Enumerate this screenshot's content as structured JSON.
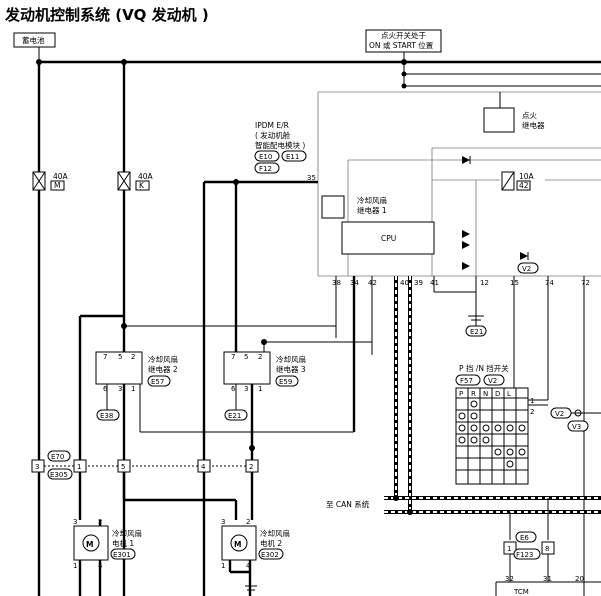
{
  "title": "发动机控制系统 (VQ 发动机 )",
  "labels": {
    "battery": "蓄电池",
    "ignition_line1": "点火开关处于",
    "ignition_line2": "ON 或 START 位置",
    "can": "至 CAN 系统"
  },
  "fuses": [
    {
      "rating": "40A",
      "code": "M"
    },
    {
      "rating": "40A",
      "code": "K"
    },
    {
      "rating": "10A",
      "code": "42"
    }
  ],
  "ipdm": {
    "line1": "IPDM E/R",
    "line2": "( 发动机舱",
    "line3": "智能配电模块 )",
    "conn1": "E10",
    "conn2": "E11",
    "conn3": "F12"
  },
  "relays": {
    "ignition_1": "点火",
    "ignition_2": "继电器",
    "fan1_1": "冷却风扇",
    "fan1_2": "继电器 1",
    "fan2_1": "冷却风扇",
    "fan2_2": "继电器 2",
    "fan2_conn": "E57",
    "fan3_1": "冷却风扇",
    "fan3_2": "继电器 3",
    "fan3_conn": "E59",
    "r2_pin7": "7",
    "r2_pin5": "5",
    "r2_pin2": "2",
    "r2_pin6": "6",
    "r2_pin3": "3",
    "r2_pin1": "1",
    "r3_pin7": "7",
    "r3_pin5": "5",
    "r3_pin2": "2",
    "r3_pin6": "6",
    "r3_pin3": "3",
    "r3_pin1": "1"
  },
  "cpu_label": "CPU",
  "pins": {
    "p35": "35",
    "p38": "38",
    "p34": "34",
    "p42": "42",
    "p40": "40",
    "p39": "39",
    "p41": "41",
    "p12": "12",
    "p15": "15",
    "p74": "74",
    "p72": "72"
  },
  "grounds": {
    "e21a": "E21",
    "e21b": "E21",
    "e38": "E38"
  },
  "markers": {
    "v2": "V2",
    "v3": "V3"
  },
  "joint": {
    "p3": "3",
    "p1": "1",
    "p5": "5",
    "p4": "4",
    "p2": "2",
    "conn1": "E70",
    "conn2": "E305"
  },
  "motors": {
    "symbol": "M",
    "m1_label1": "冷却风扇",
    "m1_label2": "电机 1",
    "m1_conn": "E301",
    "m2_label1": "冷却风扇",
    "m2_label2": "电机 2",
    "m2_conn": "E302",
    "m1_pin3": "3",
    "m1_pin2": "2",
    "m1_pin1": "1",
    "m1_pin4": "4",
    "m2_pin3": "3",
    "m2_pin2": "2",
    "m2_pin1": "1",
    "m2_pin4": "4"
  },
  "pnp": {
    "label": "P 挡 /N 挡开关",
    "conn1": "F57",
    "conn2": "V2",
    "cols": [
      "P",
      "R",
      "N",
      "D",
      "L",
      ""
    ],
    "pin1": "1",
    "pin2": "2"
  },
  "tcm": {
    "conn1": "E6",
    "conn2": "F123",
    "p1": "1",
    "p8": "8",
    "pin32": "32",
    "pin31": "31",
    "pin20": "20",
    "label": "TCM"
  }
}
